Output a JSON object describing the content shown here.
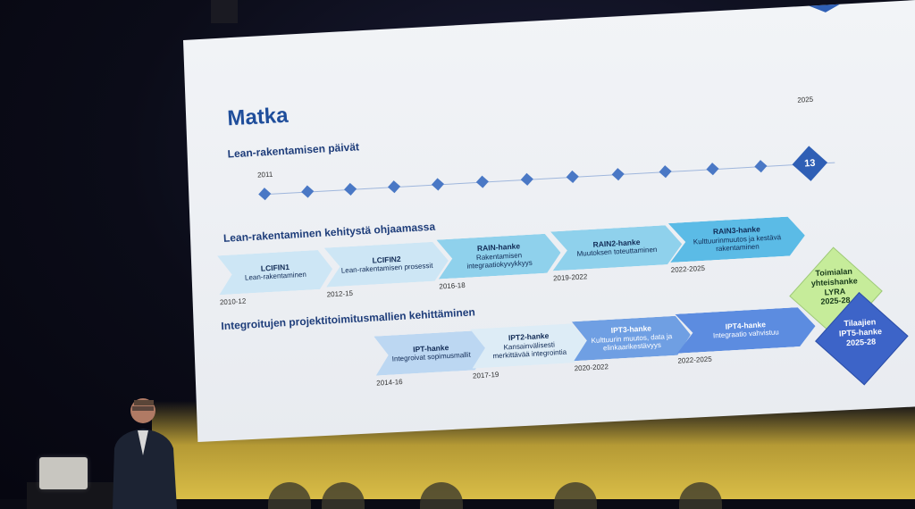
{
  "slide": {
    "title": "Matka",
    "section1": "Lean-rakentamisen päivät",
    "section2": "Lean-rakentaminen kehitystä ohjaamassa",
    "section3": "Integroitujen projektitoimitusmallien kehittäminen",
    "timeline": {
      "start_year": "2011",
      "end_year": "2025",
      "final_count": "13"
    },
    "lean_row": [
      {
        "title": "LCIFIN1",
        "text": "Lean-rakentaminen",
        "period": "2010-12"
      },
      {
        "title": "LCIFIN2",
        "text": "Lean-rakentamisen prosessit",
        "period": "2012-15"
      },
      {
        "title": "RAIN-hanke",
        "text": "Rakentamisen integraatiokyvykkyys",
        "period": "2016-18"
      },
      {
        "title": "RAIN2-hanke",
        "text": "Muutoksen toteuttaminen",
        "period": "2019-2022"
      },
      {
        "title": "RAIN3-hanke",
        "text": "Kulttuurinmuutos ja kestävä rakentaminen",
        "period": "2022-2025"
      }
    ],
    "ipt_row": [
      {
        "title": "IPT-hanke",
        "text": "Integroivat sopimusmallit",
        "period": "2014-16"
      },
      {
        "title": "IPT2-hanke",
        "text": "Kansainvälisesti merkittävää integrointia",
        "period": "2017-19"
      },
      {
        "title": "IPT3-hanke",
        "text": "Kulttuurin muutos, data ja elinkaarikestävyys",
        "period": "2020-2022"
      },
      {
        "title": "IPT4-hanke",
        "text": "Integraatio vahvistuu",
        "period": "2022-2025"
      }
    ],
    "box_green": {
      "line1": "Toimialan",
      "line2": "yhteishanke",
      "line3": "LYRA",
      "line4": "2025-28"
    },
    "box_blue": {
      "line1": "Tilaajien",
      "line2": "IPT5-hanke",
      "line3": "2025-28"
    }
  },
  "colors": {
    "title": "#1f4e9b",
    "diamond": "#4a78c5",
    "green_box": "#c6ec9a",
    "blue_box": "#3d64c8"
  }
}
